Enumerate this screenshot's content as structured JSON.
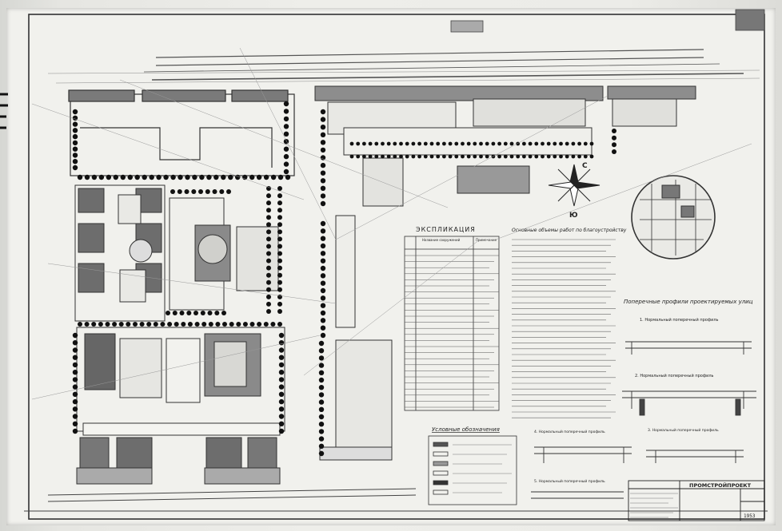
{
  "page": {
    "background": "#eeeeea",
    "ink": "#222222",
    "tree": "#111111",
    "block_fill": "#6d6d6d"
  },
  "explication": {
    "title": "ЭКСПЛИКАЦИЯ",
    "col_name": "Название сооружений",
    "col_note": "Примечание"
  },
  "works": {
    "title": "Основные объемы работ по благоустройству"
  },
  "legend": {
    "title": "Условные обозначения"
  },
  "profiles_title": "Поперечные профили проектируемых улиц",
  "profile_labels": [
    "1. Нормальный поперечный профиль",
    "2. Нормальный поперечный профиль",
    "3. Нормальный поперечный профиль",
    "4. Нормальный поперечный профиль",
    "5. Нормальный поперечный профиль"
  ],
  "compass": {
    "north": "С",
    "south": "Ю"
  },
  "title_block": {
    "org": "ПРОМСТРОЙПРОЕКТ",
    "year": "1953"
  }
}
